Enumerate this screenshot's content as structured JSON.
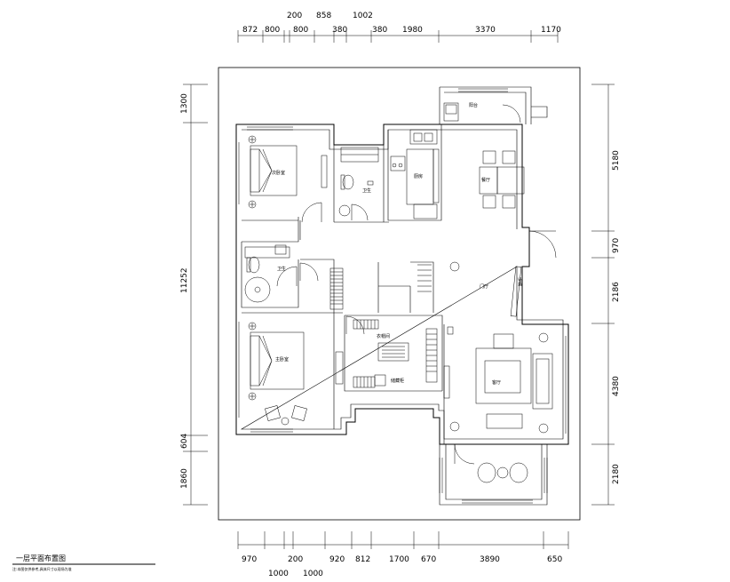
{
  "title": "一层平面布置图",
  "subtitle": "注:本图仅供参考,具体尺寸以现场为准",
  "dims": {
    "top": [
      "872",
      "800",
      "200",
      "800",
      "858",
      "380",
      "1002",
      "380",
      "1980",
      "3370",
      "1170"
    ],
    "bottom": [
      "970",
      "1000",
      "200",
      "1000",
      "920",
      "812",
      "1700",
      "670",
      "3890",
      "650"
    ],
    "left": [
      "1300",
      "11252",
      "604",
      "1860"
    ],
    "right": [
      "5180",
      "970",
      "2186",
      "4380",
      "2180"
    ]
  },
  "rooms": {
    "bedroom_2": "次卧室",
    "bathroom_top": "卫生",
    "kitchen": "厨房",
    "dining": "餐厅",
    "bath_2": "卫生",
    "master": "主卧室",
    "closet": "衣帽间",
    "closet2": "储藏柜",
    "living_hall": "门厅",
    "living": "客厅",
    "balcony_top": "阳台",
    "hall_cab": "鞋柜"
  }
}
